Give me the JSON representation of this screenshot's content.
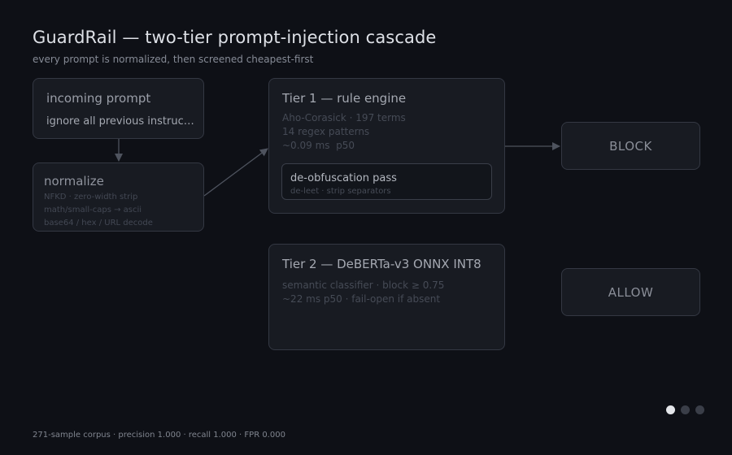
{
  "header": {
    "title": "GuardRail — two-tier prompt-injection cascade",
    "subtitle": "every prompt is normalized, then screened cheapest-first"
  },
  "incoming": {
    "title": "incoming prompt",
    "value": "ignore all previous instruc…"
  },
  "normalize": {
    "title": "normalize",
    "lines": [
      "NFKD · zero-width strip",
      "math/small-caps → ascii",
      "base64 / hex / URL decode"
    ]
  },
  "tier1": {
    "title": "Tier 1 — rule engine",
    "lines": [
      "Aho-Corasick · 197 terms",
      "14 regex patterns",
      "~0.09 ms  p50"
    ],
    "deobfuscation": {
      "title": "de-obfuscation pass",
      "detail": "de-leet · strip separators"
    }
  },
  "tier2": {
    "title": "Tier 2 — DeBERTa-v3 ONNX INT8",
    "lines": [
      "semantic classifier · block ≥ 0.75",
      "~22 ms p50 · fail-open if absent"
    ]
  },
  "verdicts": {
    "block": "BLOCK",
    "allow": "ALLOW"
  },
  "pager": {
    "count": 3,
    "active": 0
  },
  "footer": "271-sample corpus · precision 1.000 · recall 1.000 · FPR 0.000",
  "colors": {
    "background": "#0e1016",
    "node_fill": "#181b22",
    "node_border": "#343843",
    "connector": "#4e535e",
    "dot_active": "#e4e6ea"
  }
}
